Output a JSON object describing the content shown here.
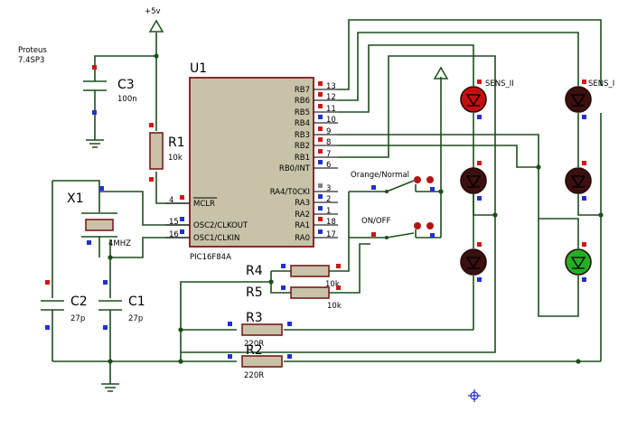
{
  "header": {
    "tool_name": "Proteus",
    "tool_version": "7.4SP3"
  },
  "power": {
    "vcc_label": "+5v"
  },
  "ic": {
    "ref": "U1",
    "part": "PIC16F84A",
    "pins_right": [
      {
        "num": "13",
        "name": "RB7",
        "marker": "red"
      },
      {
        "num": "12",
        "name": "RB6",
        "marker": "red"
      },
      {
        "num": "11",
        "name": "RB5",
        "marker": "red"
      },
      {
        "num": "10",
        "name": "RB4",
        "marker": "blue"
      },
      {
        "num": "9",
        "name": "RB3",
        "marker": "red"
      },
      {
        "num": "8",
        "name": "RB2",
        "marker": "red"
      },
      {
        "num": "7",
        "name": "RB1",
        "marker": "red"
      },
      {
        "num": "6",
        "name": "RB0/INT",
        "marker": "blue"
      },
      {
        "num": "3",
        "name": "RA4/T0CKI",
        "marker": "grey"
      },
      {
        "num": "2",
        "name": "RA3",
        "marker": "blue"
      },
      {
        "num": "1",
        "name": "RA2",
        "marker": "blue"
      },
      {
        "num": "18",
        "name": "RA1",
        "marker": "red"
      },
      {
        "num": "17",
        "name": "RA0",
        "marker": "blue"
      }
    ],
    "pins_left": [
      {
        "num": "4",
        "name": "MCLR",
        "marker": "red"
      },
      {
        "num": "15",
        "name": "OSC2/CLKOUT",
        "marker": "blue"
      },
      {
        "num": "16",
        "name": "OSC1/CLKIN",
        "marker": "blue"
      }
    ]
  },
  "components": {
    "c3": {
      "ref": "C3",
      "value": "100n"
    },
    "r1": {
      "ref": "R1",
      "value": "10k"
    },
    "x1": {
      "ref": "X1",
      "value": "4MHZ"
    },
    "c1": {
      "ref": "C1",
      "value": "27p"
    },
    "c2": {
      "ref": "C2",
      "value": "27p"
    },
    "r2": {
      "ref": "R2",
      "value": "220R"
    },
    "r3": {
      "ref": "R3",
      "value": "220R"
    },
    "r4": {
      "ref": "R4",
      "value": "10k"
    },
    "r5": {
      "ref": "R5",
      "value": "10k"
    }
  },
  "switches": {
    "mode": {
      "label": "Orange/Normal"
    },
    "power": {
      "label": "ON/OFF"
    }
  },
  "leds": {
    "sens_ii": {
      "label": "SENS_II",
      "colors": [
        "#c41010",
        "#3a1010",
        "#3a1010"
      ]
    },
    "sens_i": {
      "label": "SENS_I",
      "colors": [
        "#3a1010",
        "#3a1010",
        "#22b022"
      ]
    }
  },
  "colors": {
    "wire": "#1b4f1b",
    "chip_body": "#c8c3a8",
    "resistor_body": "#c8c3a8",
    "led_red_on": "#c41010",
    "led_dark": "#3a1010",
    "led_green_on": "#22b022",
    "marker_red": "#d01515",
    "marker_blue": "#2030d0"
  }
}
